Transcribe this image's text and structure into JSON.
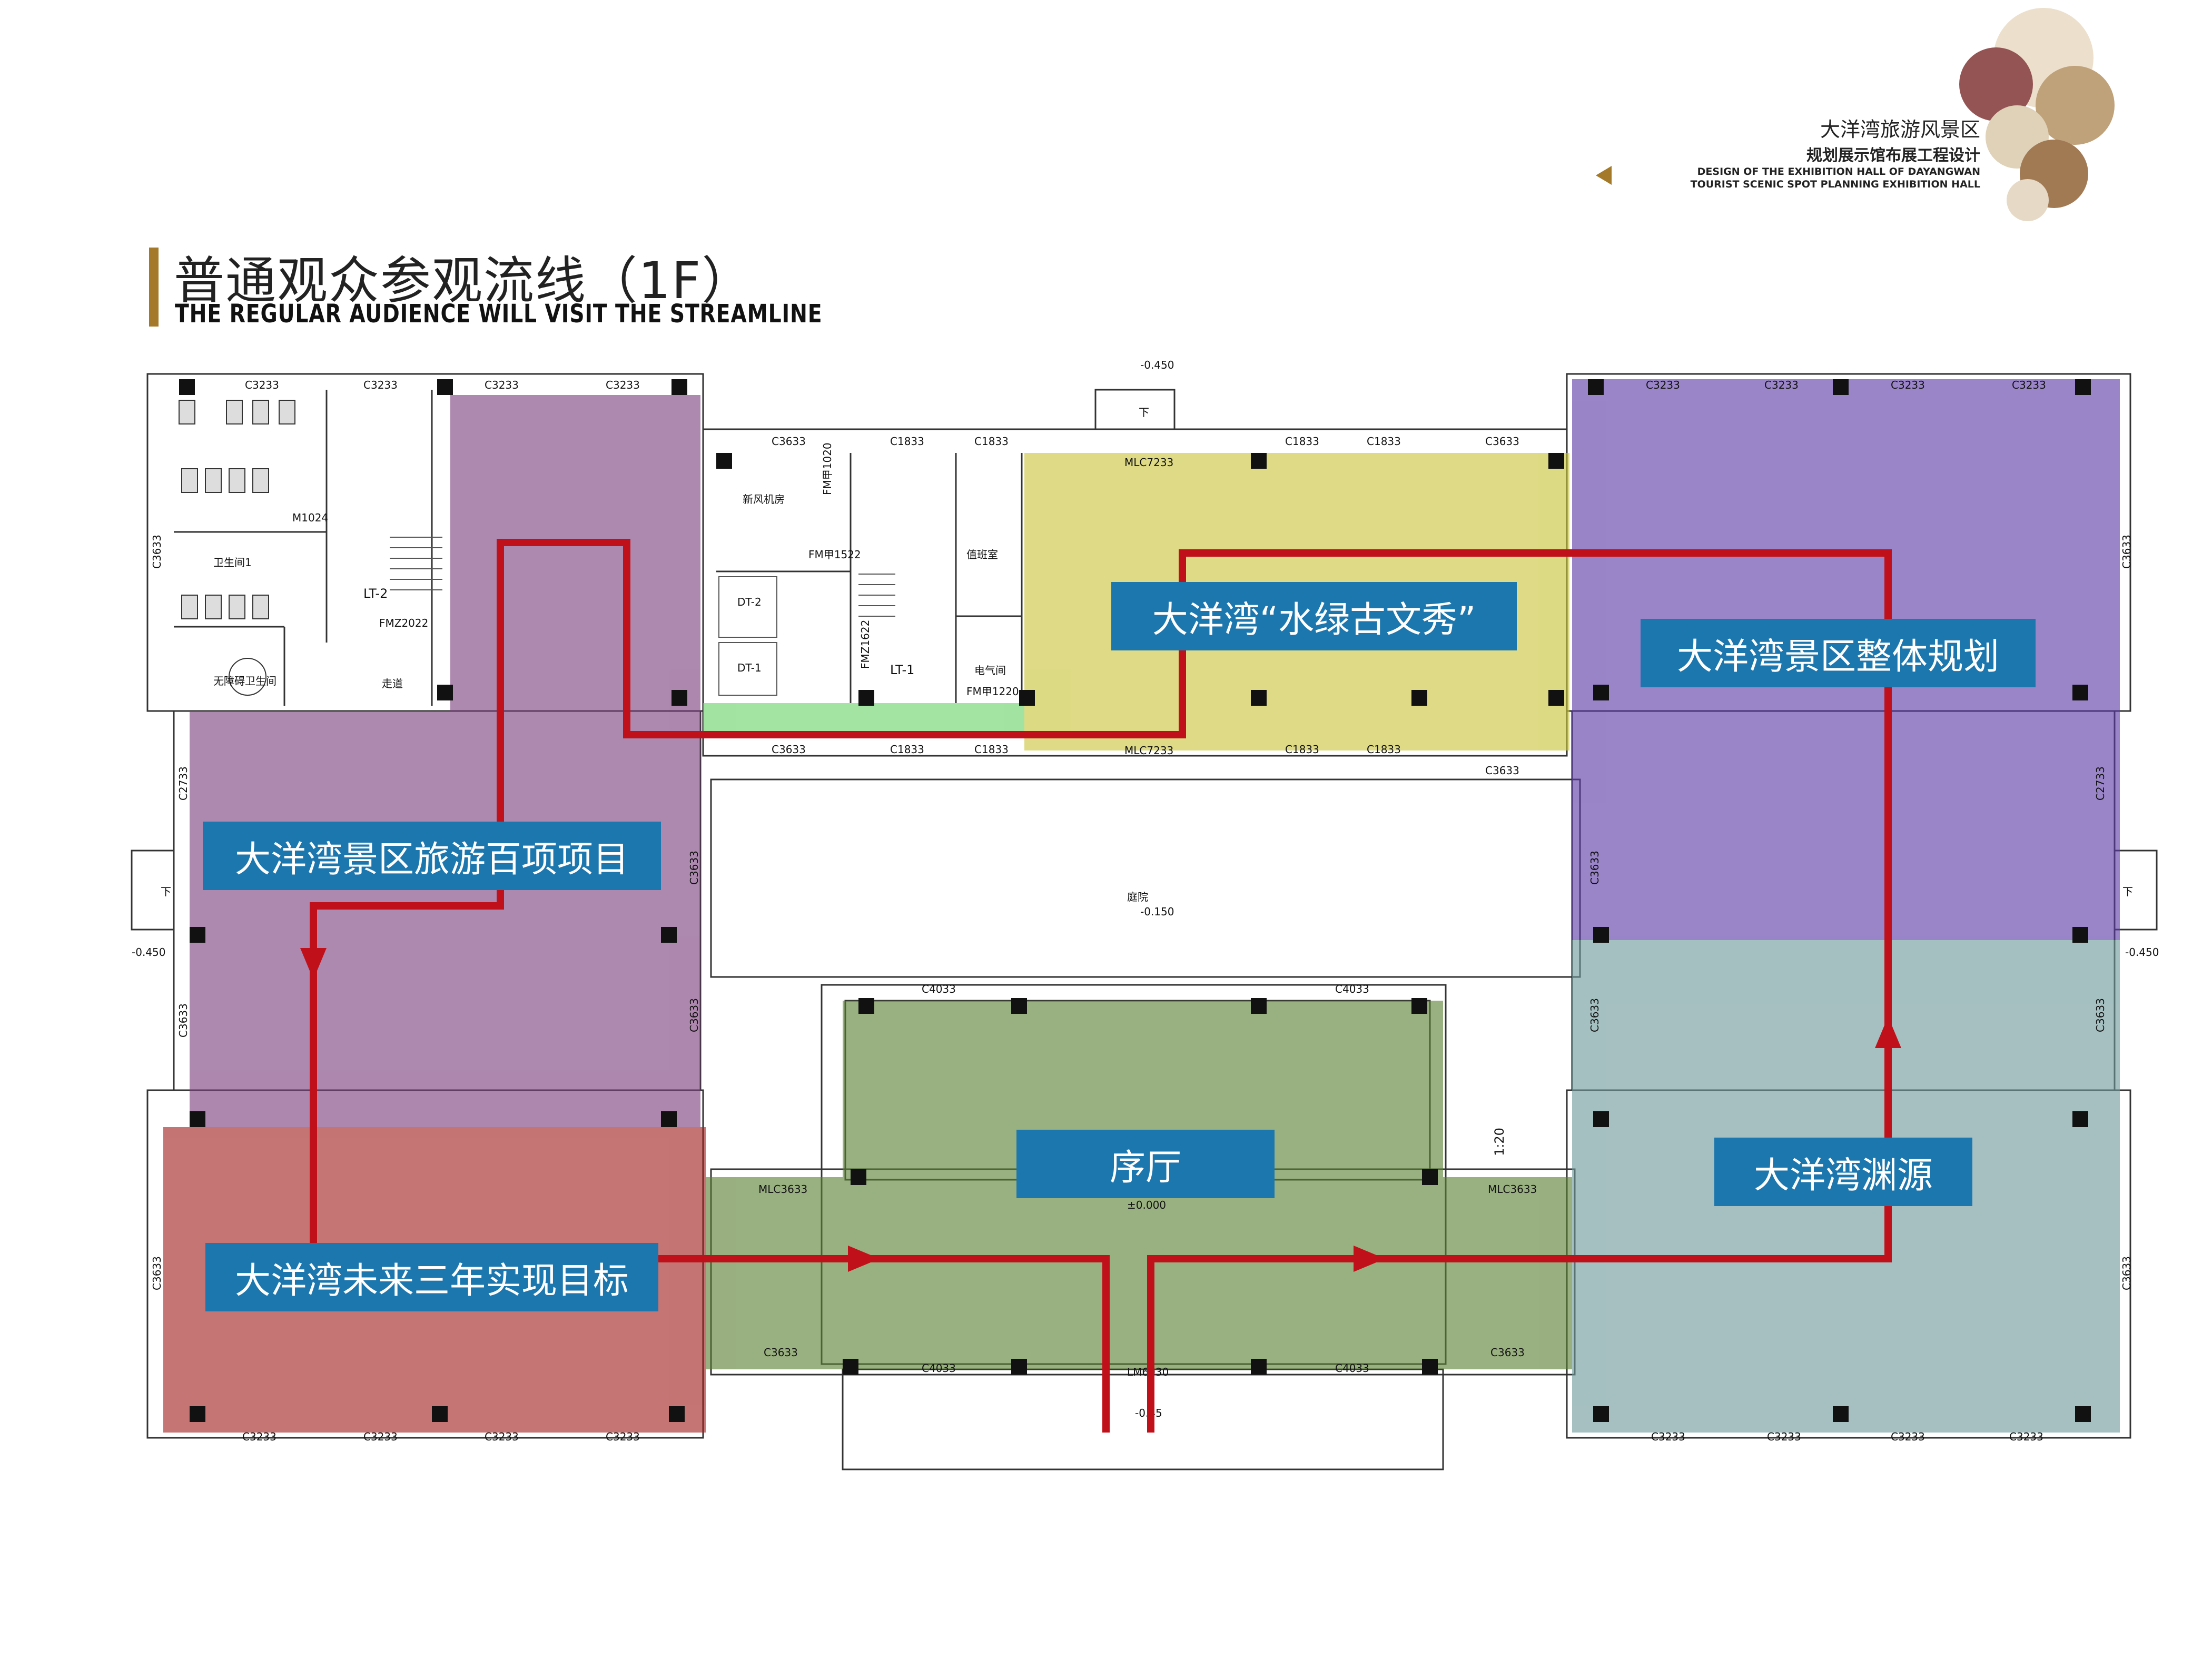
{
  "header": {
    "title_cn": "普通观众参观流线（1F）",
    "title_en": "THE REGULAR AUDIENCE WILL VISIT THE STREAMLINE"
  },
  "brand": {
    "line1": "大洋湾旅游风景区",
    "line2": "规划展示馆布展工程设计",
    "en_line1": "DESIGN OF THE EXHIBITION HALL OF DAYANGWAN",
    "en_line2": "TOURIST SCENIC SPOT PLANNING EXHIBITION HALL"
  },
  "zones": [
    {
      "name": "大洋湾景区旅游百项项目",
      "color": "#7b3f7e"
    },
    {
      "name": "大洋湾“水绿古文秀”",
      "color": "#c9c43a"
    },
    {
      "name": "大洋湾景区整体规划",
      "color": "#5a3aa6"
    },
    {
      "name": "大洋湾渊源",
      "color": "#6f9a9c"
    },
    {
      "name": "序厅",
      "color": "#5b7f33"
    },
    {
      "name": "大洋湾未来三年实现目标",
      "color": "#a0201f"
    }
  ],
  "plan_labels": {
    "courtyard": "庭院",
    "courtyard_level": "-0.150",
    "hall_level": "±0.000",
    "level_left": "-0.450",
    "level_right": "-0.450",
    "level_top": "-0.450",
    "level_bottom": "-0.45",
    "stair_lt2": "LT-2",
    "stair_lt1": "LT-1",
    "fm_lt2": "FMZ2022",
    "corridor": "走道",
    "toilet1": "卫生间1",
    "toilet_acc": "无障碍卫生间",
    "fan_room": "新风机房",
    "dt2": "DT-2",
    "dt1": "DT-1",
    "fm1522": "FM甲1522",
    "fm1220": "FM甲1220",
    "fm1622": "FMZ1622",
    "fm1020": "FM甲1020",
    "duty_room": "值班室",
    "elec_room": "电气间",
    "m1024": "M1024",
    "mlc7233": "MLC7233",
    "mlc3633": "MLC3633",
    "lm6030": "LM6030",
    "c3233": "C3233",
    "c3633": "C3633",
    "c1833": "C1833",
    "c4033": "C4033",
    "c2733": "C2733",
    "ramp": "1:20",
    "down": "下"
  }
}
